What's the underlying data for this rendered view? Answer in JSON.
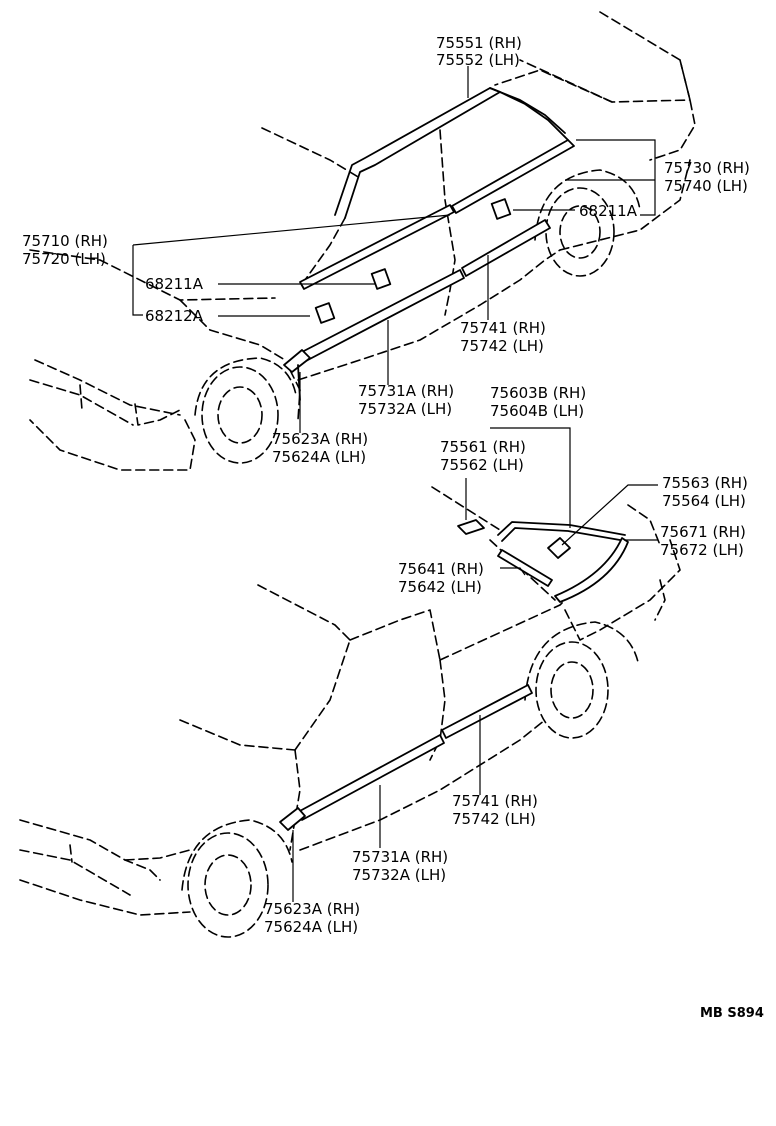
{
  "labels": {
    "l75551": "75551 (RH)",
    "l75552": "75552 (LH)",
    "l75730": "75730 (RH)",
    "l75740": "75740 (LH)",
    "l68211a_top": "68211A",
    "l75710": "75710 (RH)",
    "l75720": "75720 (LH)",
    "l68211a": "68211A",
    "l68212a": "68212A",
    "l75741_top": "75741 (RH)",
    "l75742_top": "75742 (LH)",
    "l75731a_top": "75731A (RH)",
    "l75732a_top": "75732A (LH)",
    "l75623a_top": "75623A (RH)",
    "l75624a_top": "75624A (LH)",
    "l75603b": "75603B (RH)",
    "l75604b": "75604B (LH)",
    "l75561": "75561 (RH)",
    "l75562": "75562 (LH)",
    "l75563": "75563 (RH)",
    "l75564": "75564 (LH)",
    "l75671": "75671 (RH)",
    "l75672": "75672 (LH)",
    "l75641": "75641 (RH)",
    "l75642": "75642 (LH)",
    "l75741_bot": "75741 (RH)",
    "l75742_bot": "75742 (LH)",
    "l75731a_bot": "75731A (RH)",
    "l75732a_bot": "75732A (LH)",
    "l75623a_bot": "75623A (RH)",
    "l75624a_bot": "75624A (LH)"
  },
  "figure_code": "MB S894"
}
